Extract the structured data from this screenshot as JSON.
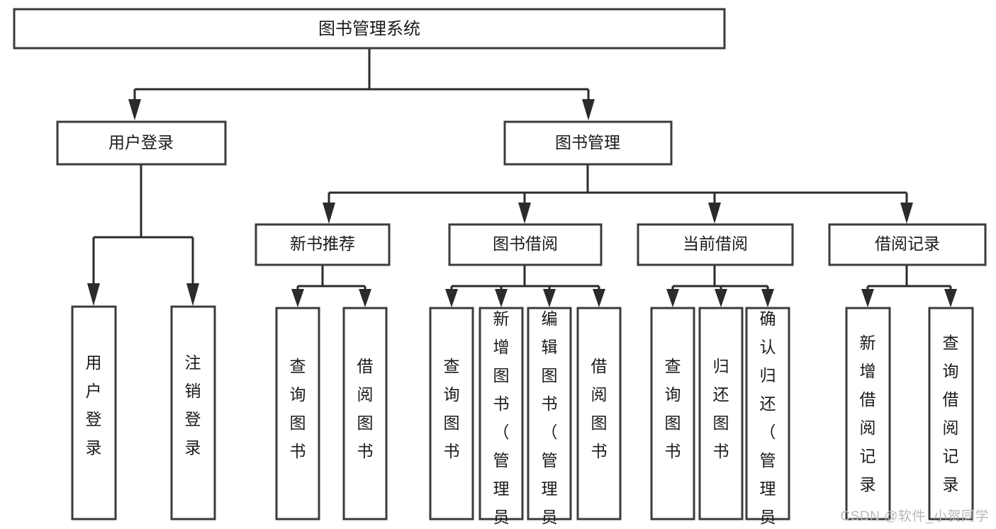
{
  "diagram": {
    "type": "tree",
    "title": "图书管理系统",
    "root": {
      "id": "root",
      "label": "图书管理系统",
      "orientation": "horizontal"
    },
    "level1": [
      {
        "id": "user-login",
        "label": "用户登录",
        "orientation": "horizontal"
      },
      {
        "id": "book-management",
        "label": "图书管理",
        "orientation": "horizontal"
      }
    ],
    "level2": [
      {
        "id": "new-book-recommend",
        "label": "新书推荐",
        "parent": "book-management",
        "orientation": "horizontal"
      },
      {
        "id": "book-borrow",
        "label": "图书借阅",
        "parent": "book-management",
        "orientation": "horizontal"
      },
      {
        "id": "current-borrow",
        "label": "当前借阅",
        "parent": "book-management",
        "orientation": "horizontal"
      },
      {
        "id": "borrow-record",
        "label": "借阅记录",
        "parent": "book-management",
        "orientation": "horizontal"
      }
    ],
    "leaves": [
      {
        "id": "leaf-user-login",
        "label": "用户登录",
        "parent": "user-login",
        "orientation": "vertical"
      },
      {
        "id": "leaf-logout-login",
        "label": "注销登录",
        "parent": "user-login",
        "orientation": "vertical"
      },
      {
        "id": "leaf-query-book-1",
        "label": "查询图书",
        "parent": "new-book-recommend",
        "orientation": "vertical"
      },
      {
        "id": "leaf-borrow-book-1",
        "label": "借阅图书",
        "parent": "new-book-recommend",
        "orientation": "vertical"
      },
      {
        "id": "leaf-query-book-2",
        "label": "查询图书",
        "parent": "book-borrow",
        "orientation": "vertical"
      },
      {
        "id": "leaf-add-book",
        "label": "新增图书（管理员）",
        "parent": "book-borrow",
        "orientation": "vertical"
      },
      {
        "id": "leaf-edit-book",
        "label": "编辑图书（管理员）",
        "parent": "book-borrow",
        "orientation": "vertical"
      },
      {
        "id": "leaf-borrow-book-2",
        "label": "借阅图书",
        "parent": "book-borrow",
        "orientation": "vertical"
      },
      {
        "id": "leaf-query-book-3",
        "label": "查询图书",
        "parent": "current-borrow",
        "orientation": "vertical"
      },
      {
        "id": "leaf-return-book",
        "label": "归还图书",
        "parent": "current-borrow",
        "orientation": "vertical"
      },
      {
        "id": "leaf-confirm-return",
        "label": "确认归还（管理员）",
        "parent": "current-borrow",
        "orientation": "vertical"
      },
      {
        "id": "leaf-add-record",
        "label": "新增借阅记录",
        "parent": "borrow-record",
        "orientation": "vertical"
      },
      {
        "id": "leaf-query-record",
        "label": "查询借阅记录",
        "parent": "borrow-record",
        "orientation": "vertical"
      }
    ],
    "colors": {
      "box_stroke": "#3b3b3b",
      "box_fill": "#ffffff",
      "connector": "#2b2b2b",
      "text": "#1a1a1a",
      "background": "#ffffff",
      "watermark": "#b9b9b9"
    }
  },
  "watermark": {
    "text": "CSDN @软件_小贺同学"
  }
}
